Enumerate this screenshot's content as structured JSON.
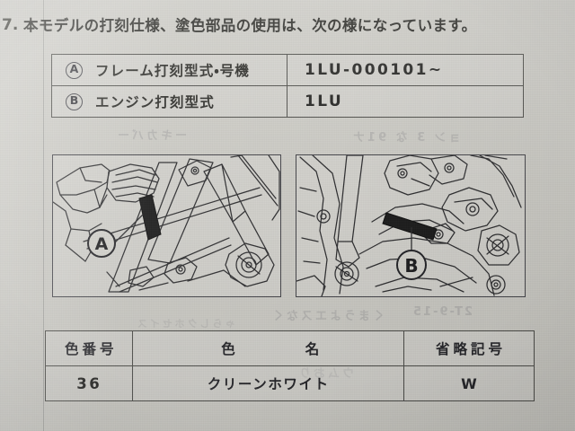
{
  "page": {
    "background_color": "#cbcac4",
    "ink_color": "#26262a",
    "rule_color": "#4c4c48"
  },
  "heading": {
    "item_number": "7.",
    "text": "本モデルの打刻仕様、塗色部品の使用は、次の様になっています。"
  },
  "spec_table": {
    "rows": [
      {
        "marker": "A",
        "label": "フレーム打刻型式・号機",
        "value": "1LU-000101~"
      },
      {
        "marker": "B",
        "label": "エンジン打刻型式",
        "value": "1LU"
      }
    ]
  },
  "figures": [
    {
      "name": "frame-stamping-location",
      "callout": "A",
      "caption": ""
    },
    {
      "name": "engine-stamping-location",
      "callout": "B",
      "caption": ""
    }
  ],
  "color_table": {
    "headers": {
      "number": "色番号",
      "name_part1": "色",
      "name_part2": "名",
      "abbrev": "省略記号"
    },
    "rows": [
      {
        "number": "36",
        "name": "クリーンホワイト",
        "abbrev": "W"
      }
    ]
  },
  "bleed_text": {
    "line1": "ーキカバー",
    "line2": "ョン 3 な 91ナ",
    "line3": "くまうよエスなく",
    "line4": "2T-9-15",
    "line5": "ゃらしクホセイス",
    "line6": "ウムおり"
  }
}
